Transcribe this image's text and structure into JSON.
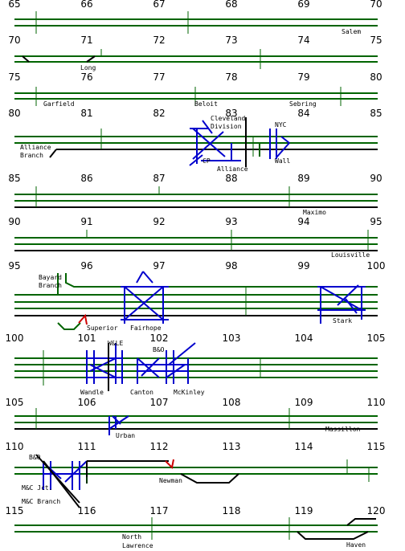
{
  "milepost_rows": [
    [
      "65",
      "66",
      "67",
      "68",
      "69",
      "70"
    ],
    [
      "70",
      "71",
      "72",
      "73",
      "74",
      "75"
    ],
    [
      "75",
      "76",
      "77",
      "78",
      "79",
      "80"
    ],
    [
      "80",
      "81",
      "82",
      "83",
      "84",
      "85"
    ],
    [
      "85",
      "86",
      "87",
      "88",
      "89",
      "90"
    ],
    [
      "90",
      "91",
      "92",
      "93",
      "94",
      "95"
    ],
    [
      "95",
      "96",
      "97",
      "98",
      "99",
      "100"
    ],
    [
      "100",
      "101",
      "102",
      "103",
      "104",
      "105"
    ],
    [
      "105",
      "106",
      "107",
      "108",
      "109",
      "110"
    ],
    [
      "110",
      "111",
      "112",
      "113",
      "114",
      "115"
    ],
    [
      "115",
      "116",
      "117",
      "118",
      "119",
      "120"
    ]
  ],
  "locations": {
    "salem": "Salem",
    "long": "Long",
    "garfield": "Garfield",
    "beloit": "Beloit",
    "sebring": "Sebring",
    "alliance_branch_1": "Alliance",
    "alliance_branch_2": "Branch",
    "cleveland_division_1": "Cleveland",
    "cleveland_division_2": "Division",
    "nyc": "NYC",
    "cp": "CP",
    "alliance": "Alliance",
    "wall": "Wall",
    "maximo": "Maximo",
    "louisville": "Louisville",
    "bayard_branch_1": "Bayard",
    "bayard_branch_2": "Branch",
    "superior": "Superior",
    "fairhope": "Fairhope",
    "stark": "Stark",
    "wle": "W&LE",
    "bo_107": "B&O",
    "wandle": "Wandle",
    "canton": "Canton",
    "mckinley": "McKinley",
    "urban": "Urban",
    "massillon": "Massillon",
    "bo_110": "B&O",
    "newman": "Newman",
    "mc_jct": "M&C Jct.",
    "mc_branch": "M&C Branch",
    "north_lawrence_1": "North",
    "north_lawrence_2": "Lawrence",
    "haven": "Haven"
  },
  "colors": {
    "main_track": "#006400",
    "siding": "#000000",
    "crossing": "#0000cc",
    "signal": "#cc0000"
  }
}
